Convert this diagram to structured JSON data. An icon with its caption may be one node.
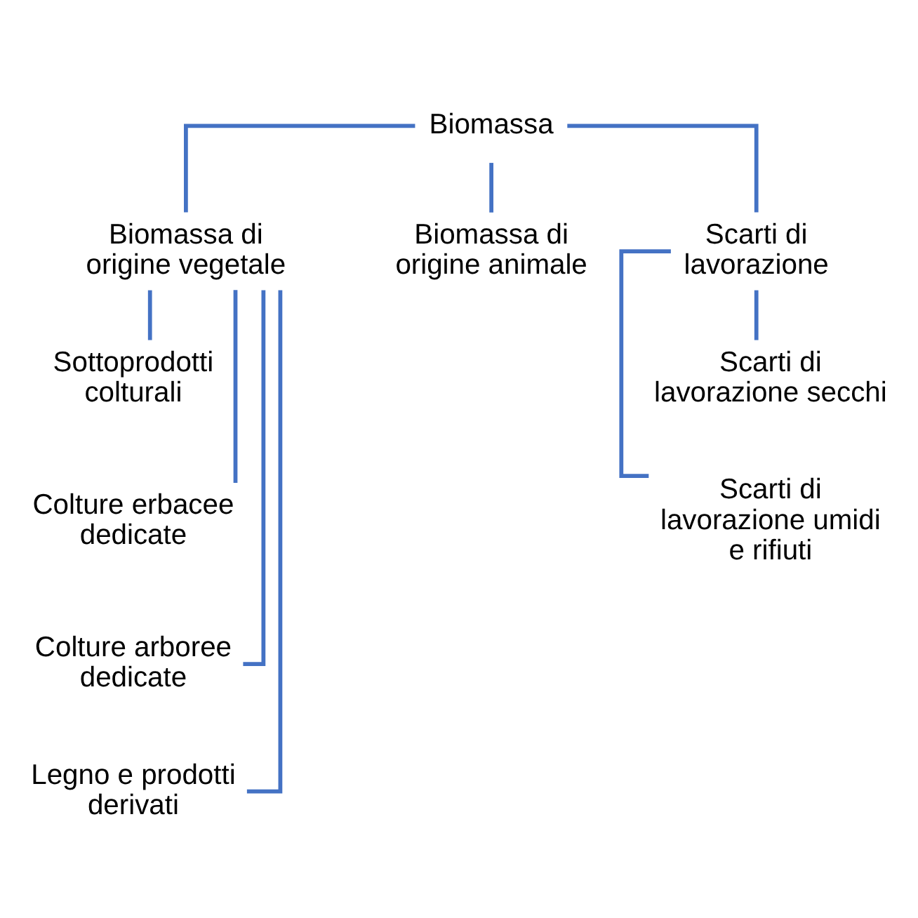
{
  "diagram": {
    "nodes": [
      {
        "text": [
          "Biomassa"
        ]
      },
      {
        "text": [
          "Biomassa di origine vegetale"
        ]
      },
      {
        "text": [
          "Biomassa di origine animale"
        ]
      },
      {
        "text": [
          "Scarti di lavorazione"
        ]
      },
      {
        "text": [
          "Sottoprodotti colturali"
        ]
      },
      {
        "text": [
          "Colture erbacee dedicate"
        ]
      },
      {
        "text": [
          "Colture arboree dedicate"
        ]
      },
      {
        "text": [
          "Legno e prodotti derivati"
        ]
      },
      {
        "text": [
          "Scarti di lavorazione secchi"
        ]
      },
      {
        "text": [
          "Scarti di lavorazione umidi e rifiuti"
        ]
      }
    ],
    "edges": [
      {
        "from": 0,
        "to": 1,
        "arrow": "none"
      },
      {
        "from": 0,
        "to": 2,
        "arrow": "none"
      },
      {
        "from": 0,
        "to": 3,
        "arrow": "none"
      },
      {
        "from": 1,
        "to": 4,
        "arrow": "none"
      },
      {
        "from": 1,
        "to": 5,
        "arrow": "none"
      },
      {
        "from": 1,
        "to": 6,
        "arrow": "none"
      },
      {
        "from": 1,
        "to": 7,
        "arrow": "none"
      },
      {
        "from": 3,
        "to": 8,
        "arrow": "none"
      },
      {
        "from": 3,
        "to": 9,
        "arrow": "none"
      }
    ]
  }
}
